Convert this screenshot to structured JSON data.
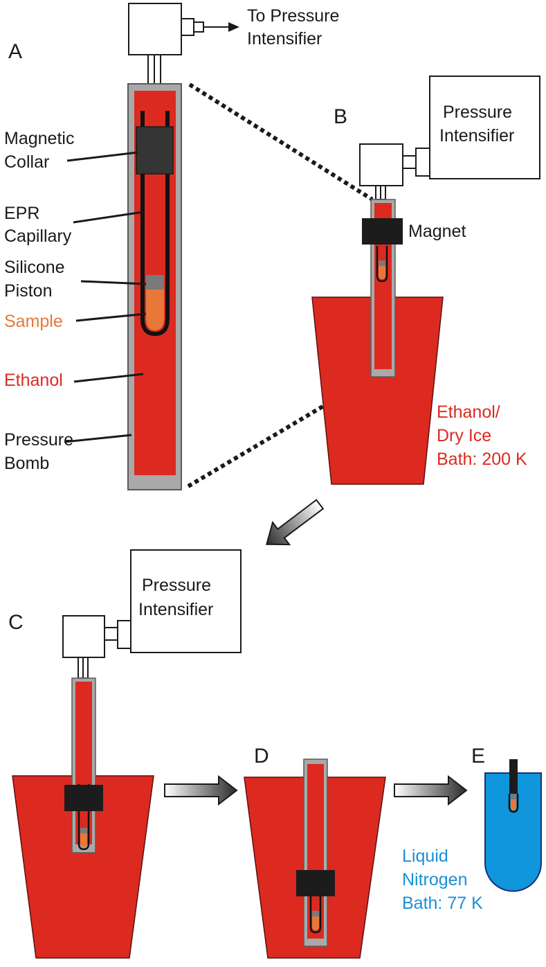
{
  "panels": {
    "a": "A",
    "b": "B",
    "c": "C",
    "d": "D",
    "e": "E"
  },
  "a": {
    "to_pressure_line1": "To Pressure",
    "to_pressure_line2": "Intensifier",
    "magnetic_collar_line1": "Magnetic",
    "magnetic_collar_line2": "Collar",
    "epr_capillary_line1": "EPR",
    "epr_capillary_line2": "Capillary",
    "silicone_piston_line1": "Silicone",
    "silicone_piston_line2": "Piston",
    "sample": "Sample",
    "ethanol": "Ethanol",
    "pressure_bomb_line1": "Pressure",
    "pressure_bomb_line2": "Bomb"
  },
  "b": {
    "intensifier_line1": "Pressure",
    "intensifier_line2": "Intensifier",
    "magnet": "Magnet",
    "bath_line1": "Ethanol/",
    "bath_line2": "Dry Ice",
    "bath_line3": "Bath: 200 K"
  },
  "c": {
    "intensifier_line1": "Pressure",
    "intensifier_line2": "Intensifier"
  },
  "e": {
    "bath_line1": "Liquid",
    "bath_line2": "Nitrogen",
    "bath_line3": "Bath: 77 K"
  },
  "colors": {
    "ethanol_red": "#dc2a20",
    "sample_orange": "#e8783a",
    "bomb_gray": "#a9a9a9",
    "magnet_black": "#1c1c1c",
    "collar_dark": "#353535",
    "nitrogen_blue": "#0f96dc",
    "nitrogen_label": "#1a8fd6"
  }
}
